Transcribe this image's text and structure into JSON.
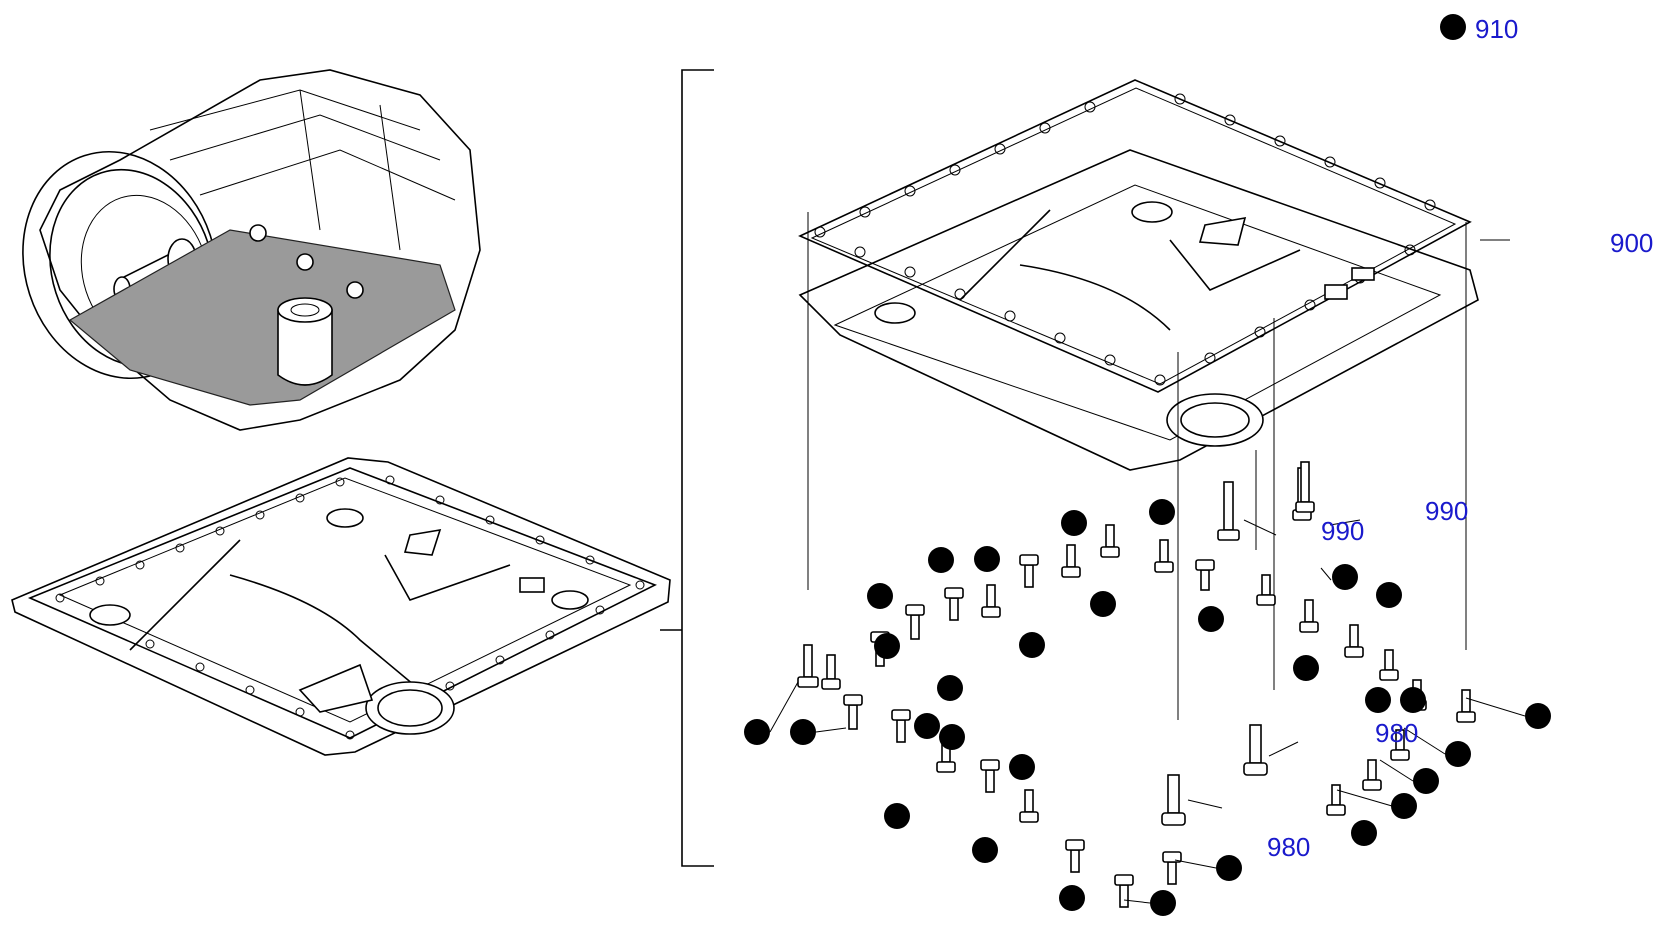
{
  "callouts": {
    "c910": "910",
    "c900": "900",
    "c990a": "990",
    "c990b": "990",
    "c980a": "980",
    "c980b": "980"
  }
}
